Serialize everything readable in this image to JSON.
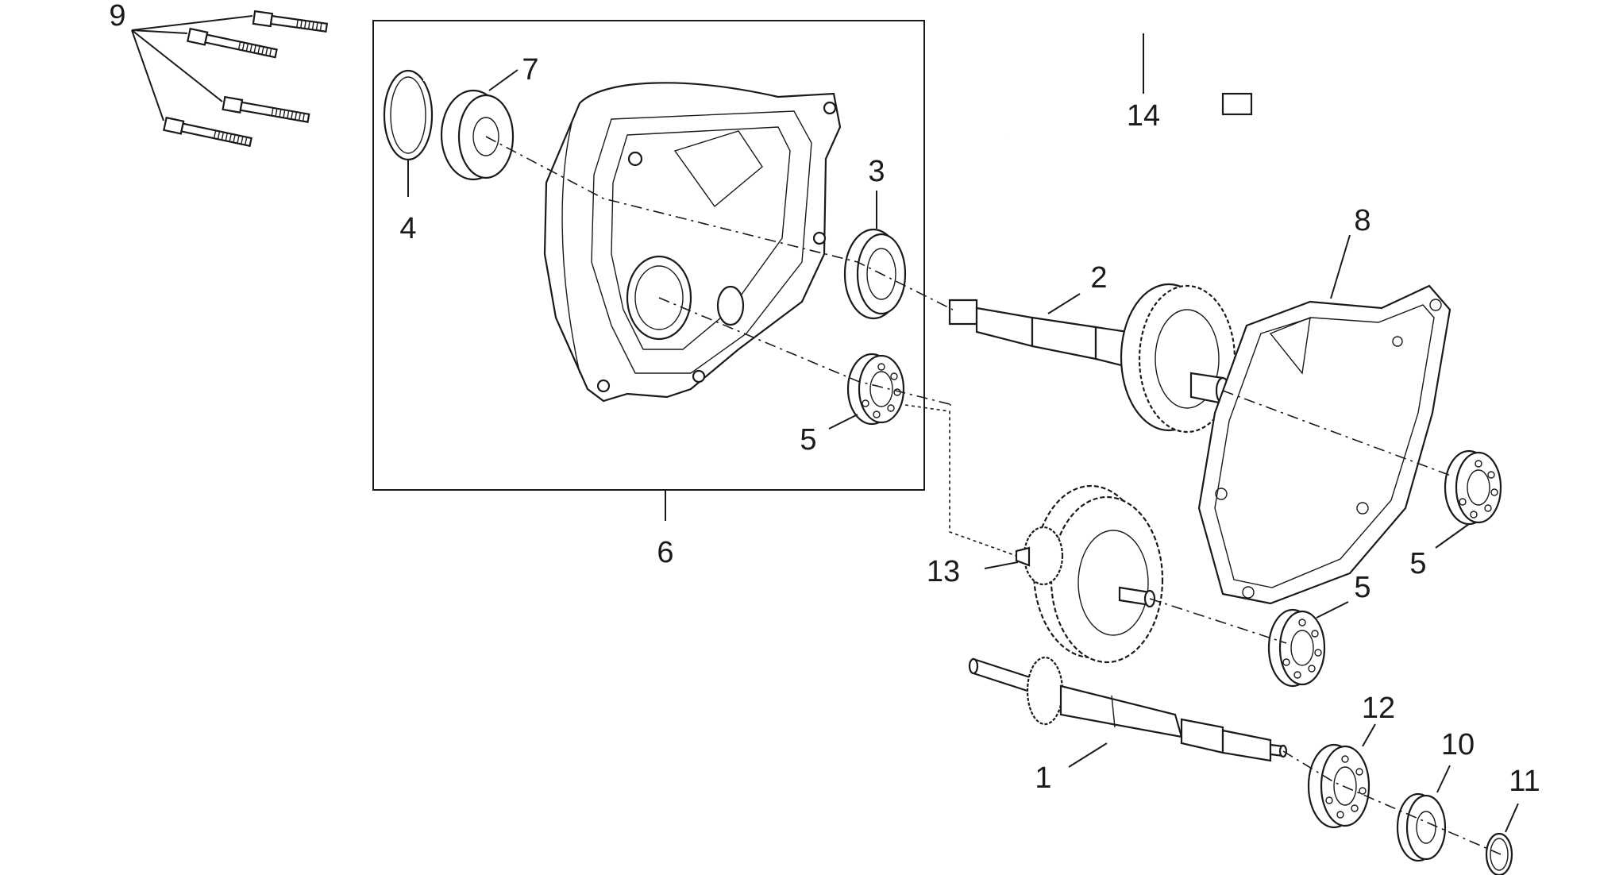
{
  "callouts": [
    {
      "id": "1",
      "text": "1"
    },
    {
      "id": "2",
      "text": "2"
    },
    {
      "id": "3",
      "text": "3"
    },
    {
      "id": "4",
      "text": "4"
    },
    {
      "id": "5a",
      "text": "5"
    },
    {
      "id": "5b",
      "text": "5"
    },
    {
      "id": "5c",
      "text": "5"
    },
    {
      "id": "6",
      "text": "6"
    },
    {
      "id": "7",
      "text": "7"
    },
    {
      "id": "8",
      "text": "8"
    },
    {
      "id": "9",
      "text": "9"
    },
    {
      "id": "10",
      "text": "10"
    },
    {
      "id": "11",
      "text": "11"
    },
    {
      "id": "12",
      "text": "12"
    },
    {
      "id": "13",
      "text": "13"
    },
    {
      "id": "14",
      "text": "14"
    }
  ]
}
